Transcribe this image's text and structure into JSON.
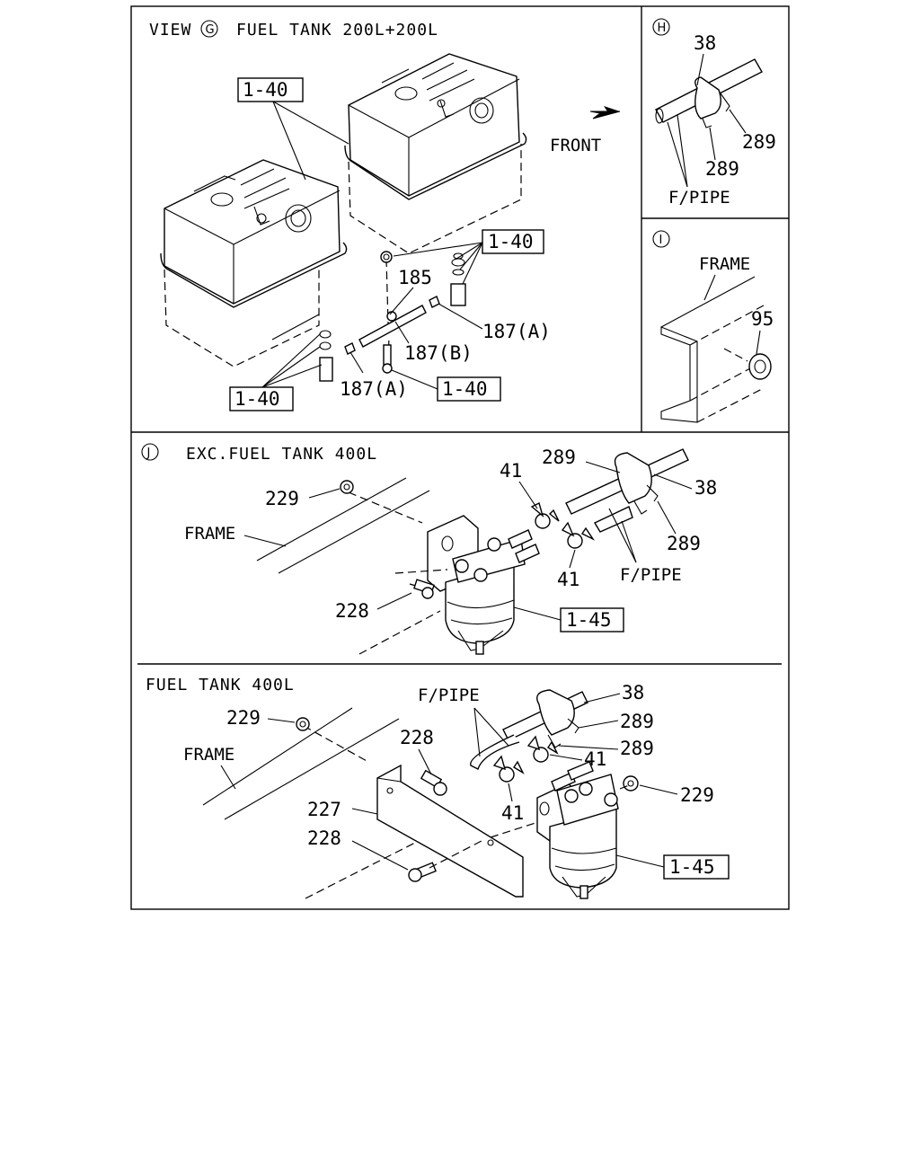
{
  "panels": {
    "view_g": {
      "marker": "G",
      "prefix": "VIEW",
      "title": "FUEL TANK 200L+200L",
      "front_label": "FRONT",
      "refs": {
        "box_a": "1-40",
        "box_b": "1-40",
        "box_c": "1-40",
        "box_d": "1-40",
        "p185": "185",
        "p187a_1": "187(A)",
        "p187b": "187(B)",
        "p187a_2": "187(A)"
      }
    },
    "view_h": {
      "marker": "H",
      "refs": {
        "p38": "38",
        "p289_1": "289",
        "p289_2": "289",
        "fpipe": "F/PIPE"
      }
    },
    "view_i": {
      "marker": "I",
      "refs": {
        "frame": "FRAME",
        "p95": "95"
      }
    },
    "view_j": {
      "marker": "J",
      "title": "EXC.FUEL TANK 400L",
      "refs": {
        "p229": "229",
        "frame": "FRAME",
        "p228": "228",
        "p41_1": "41",
        "p41_2": "41",
        "p289_1": "289",
        "p289_2": "289",
        "p38": "38",
        "fpipe": "F/PIPE",
        "box": "1-45"
      }
    },
    "view_400": {
      "title": "FUEL TANK 400L",
      "refs": {
        "p229_1": "229",
        "frame": "FRAME",
        "fpipe": "F/PIPE",
        "p228_1": "228",
        "p227": "227",
        "p228_2": "228",
        "p38": "38",
        "p289_1": "289",
        "p289_2": "289",
        "p41_1": "41",
        "p41_2": "41",
        "p229_2": "229",
        "box": "1-45"
      }
    }
  }
}
